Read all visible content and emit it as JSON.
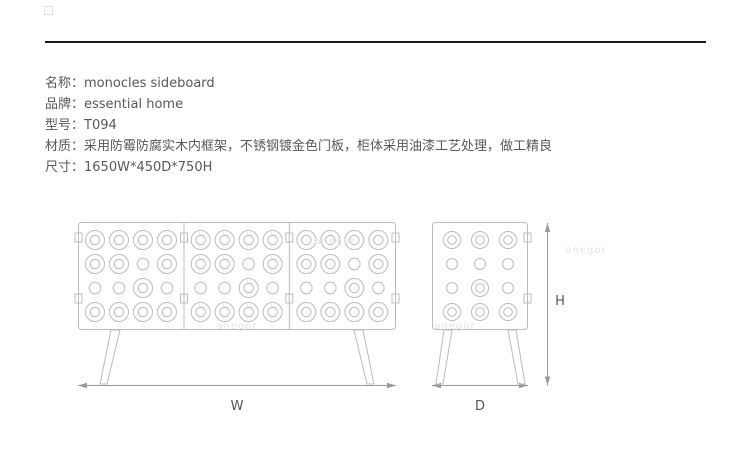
{
  "specs": {
    "rows": [
      {
        "label": "名称：",
        "value": "monocles sideboard"
      },
      {
        "label": "品牌：",
        "value": "essential home"
      },
      {
        "label": "型号：",
        "value": "T094"
      },
      {
        "label": "材质：",
        "value": "采用防霉防腐实木内框架，不锈钢镀金色门板，柜体采用油漆工艺处理，做工精良"
      },
      {
        "label": "尺寸：",
        "value": "1650W*450D*750H"
      }
    ]
  },
  "drawing": {
    "width_label": "W",
    "depth_label": "D",
    "height_label": "H",
    "watermark": "anegor",
    "line_color": "#bcbcbc",
    "dim_color": "#9a9a9a",
    "label_color": "#555555",
    "front_panels": 3,
    "grid_rows": 4,
    "grid_cols": 4,
    "side_cols": 3,
    "front_pattern": [
      [
        2,
        2,
        2,
        2
      ],
      [
        2,
        2,
        1,
        2
      ],
      [
        1,
        1,
        2,
        1
      ],
      [
        2,
        2,
        2,
        2
      ]
    ],
    "side_pattern": [
      [
        2,
        2,
        2
      ],
      [
        1,
        1,
        1
      ],
      [
        1,
        2,
        1
      ],
      [
        2,
        2,
        2
      ]
    ]
  }
}
